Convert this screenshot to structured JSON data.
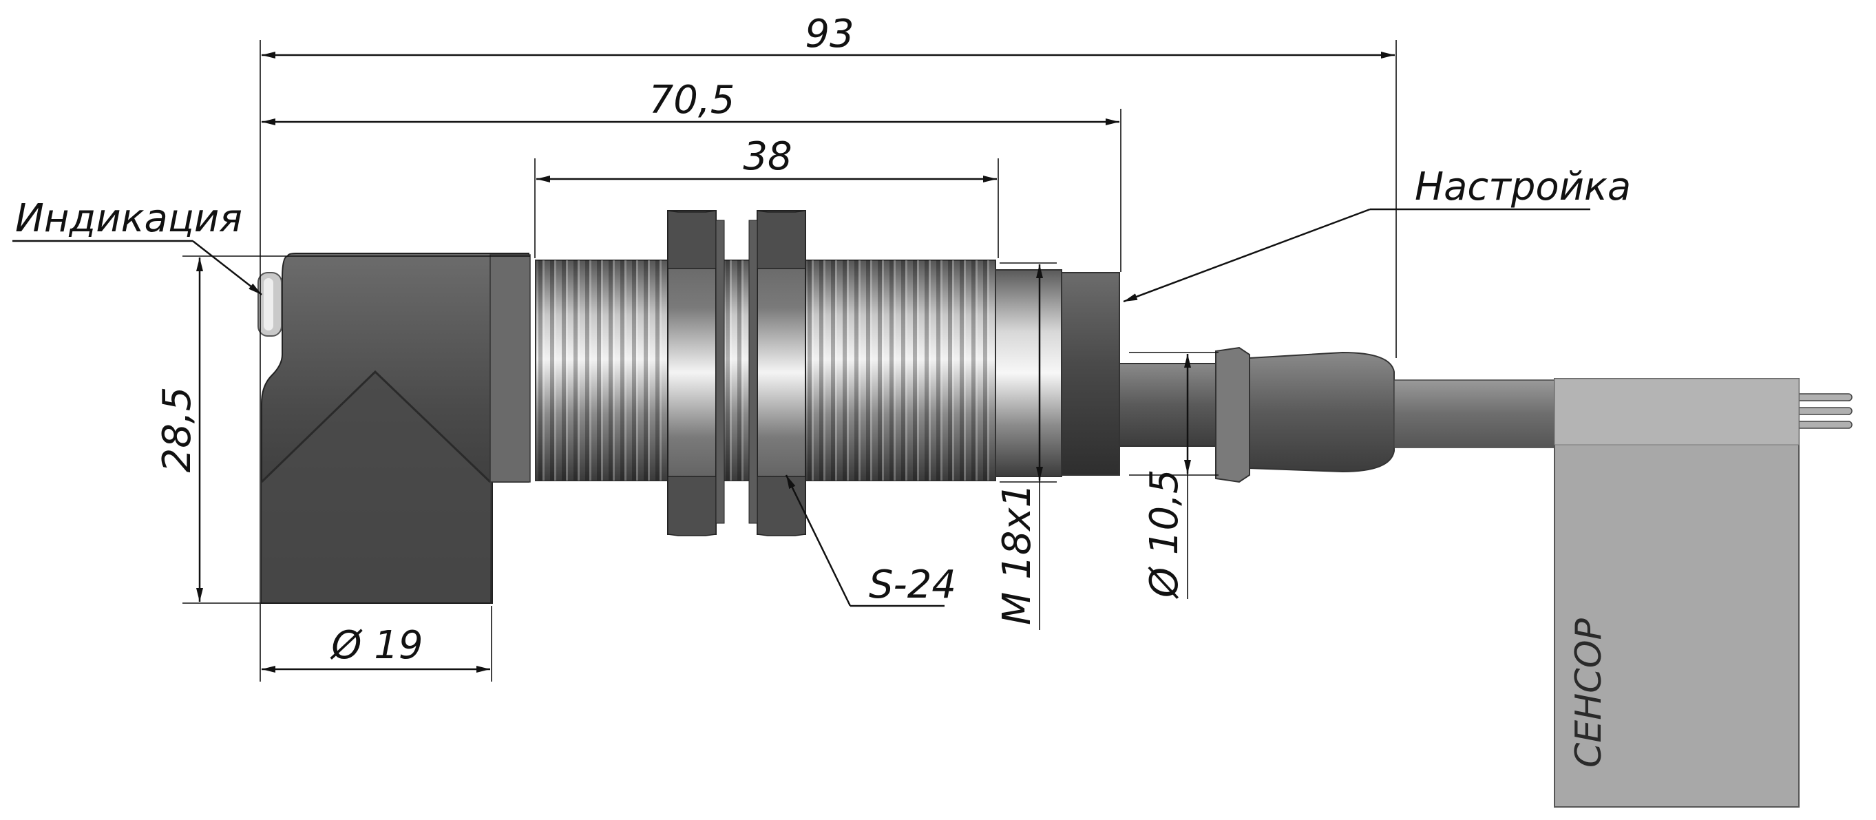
{
  "dimensions": {
    "overall_length": "93",
    "length_to_flange": "70,5",
    "thread_length": "38",
    "housing_height": "28,5",
    "housing_diameter": "Ø 19",
    "thread_size": "M 18x1",
    "cable_diameter": "Ø 10,5",
    "nut_size": "S-24"
  },
  "callouts": {
    "indication": "Индикация",
    "adjustment": "Настройка"
  },
  "label": {
    "brand": "СЕНСОР"
  },
  "colors": {
    "line": "#111111",
    "metal_dark": "#4a4a4a",
    "metal_light": "#d9d9d9",
    "label": "#a8a8a8"
  }
}
